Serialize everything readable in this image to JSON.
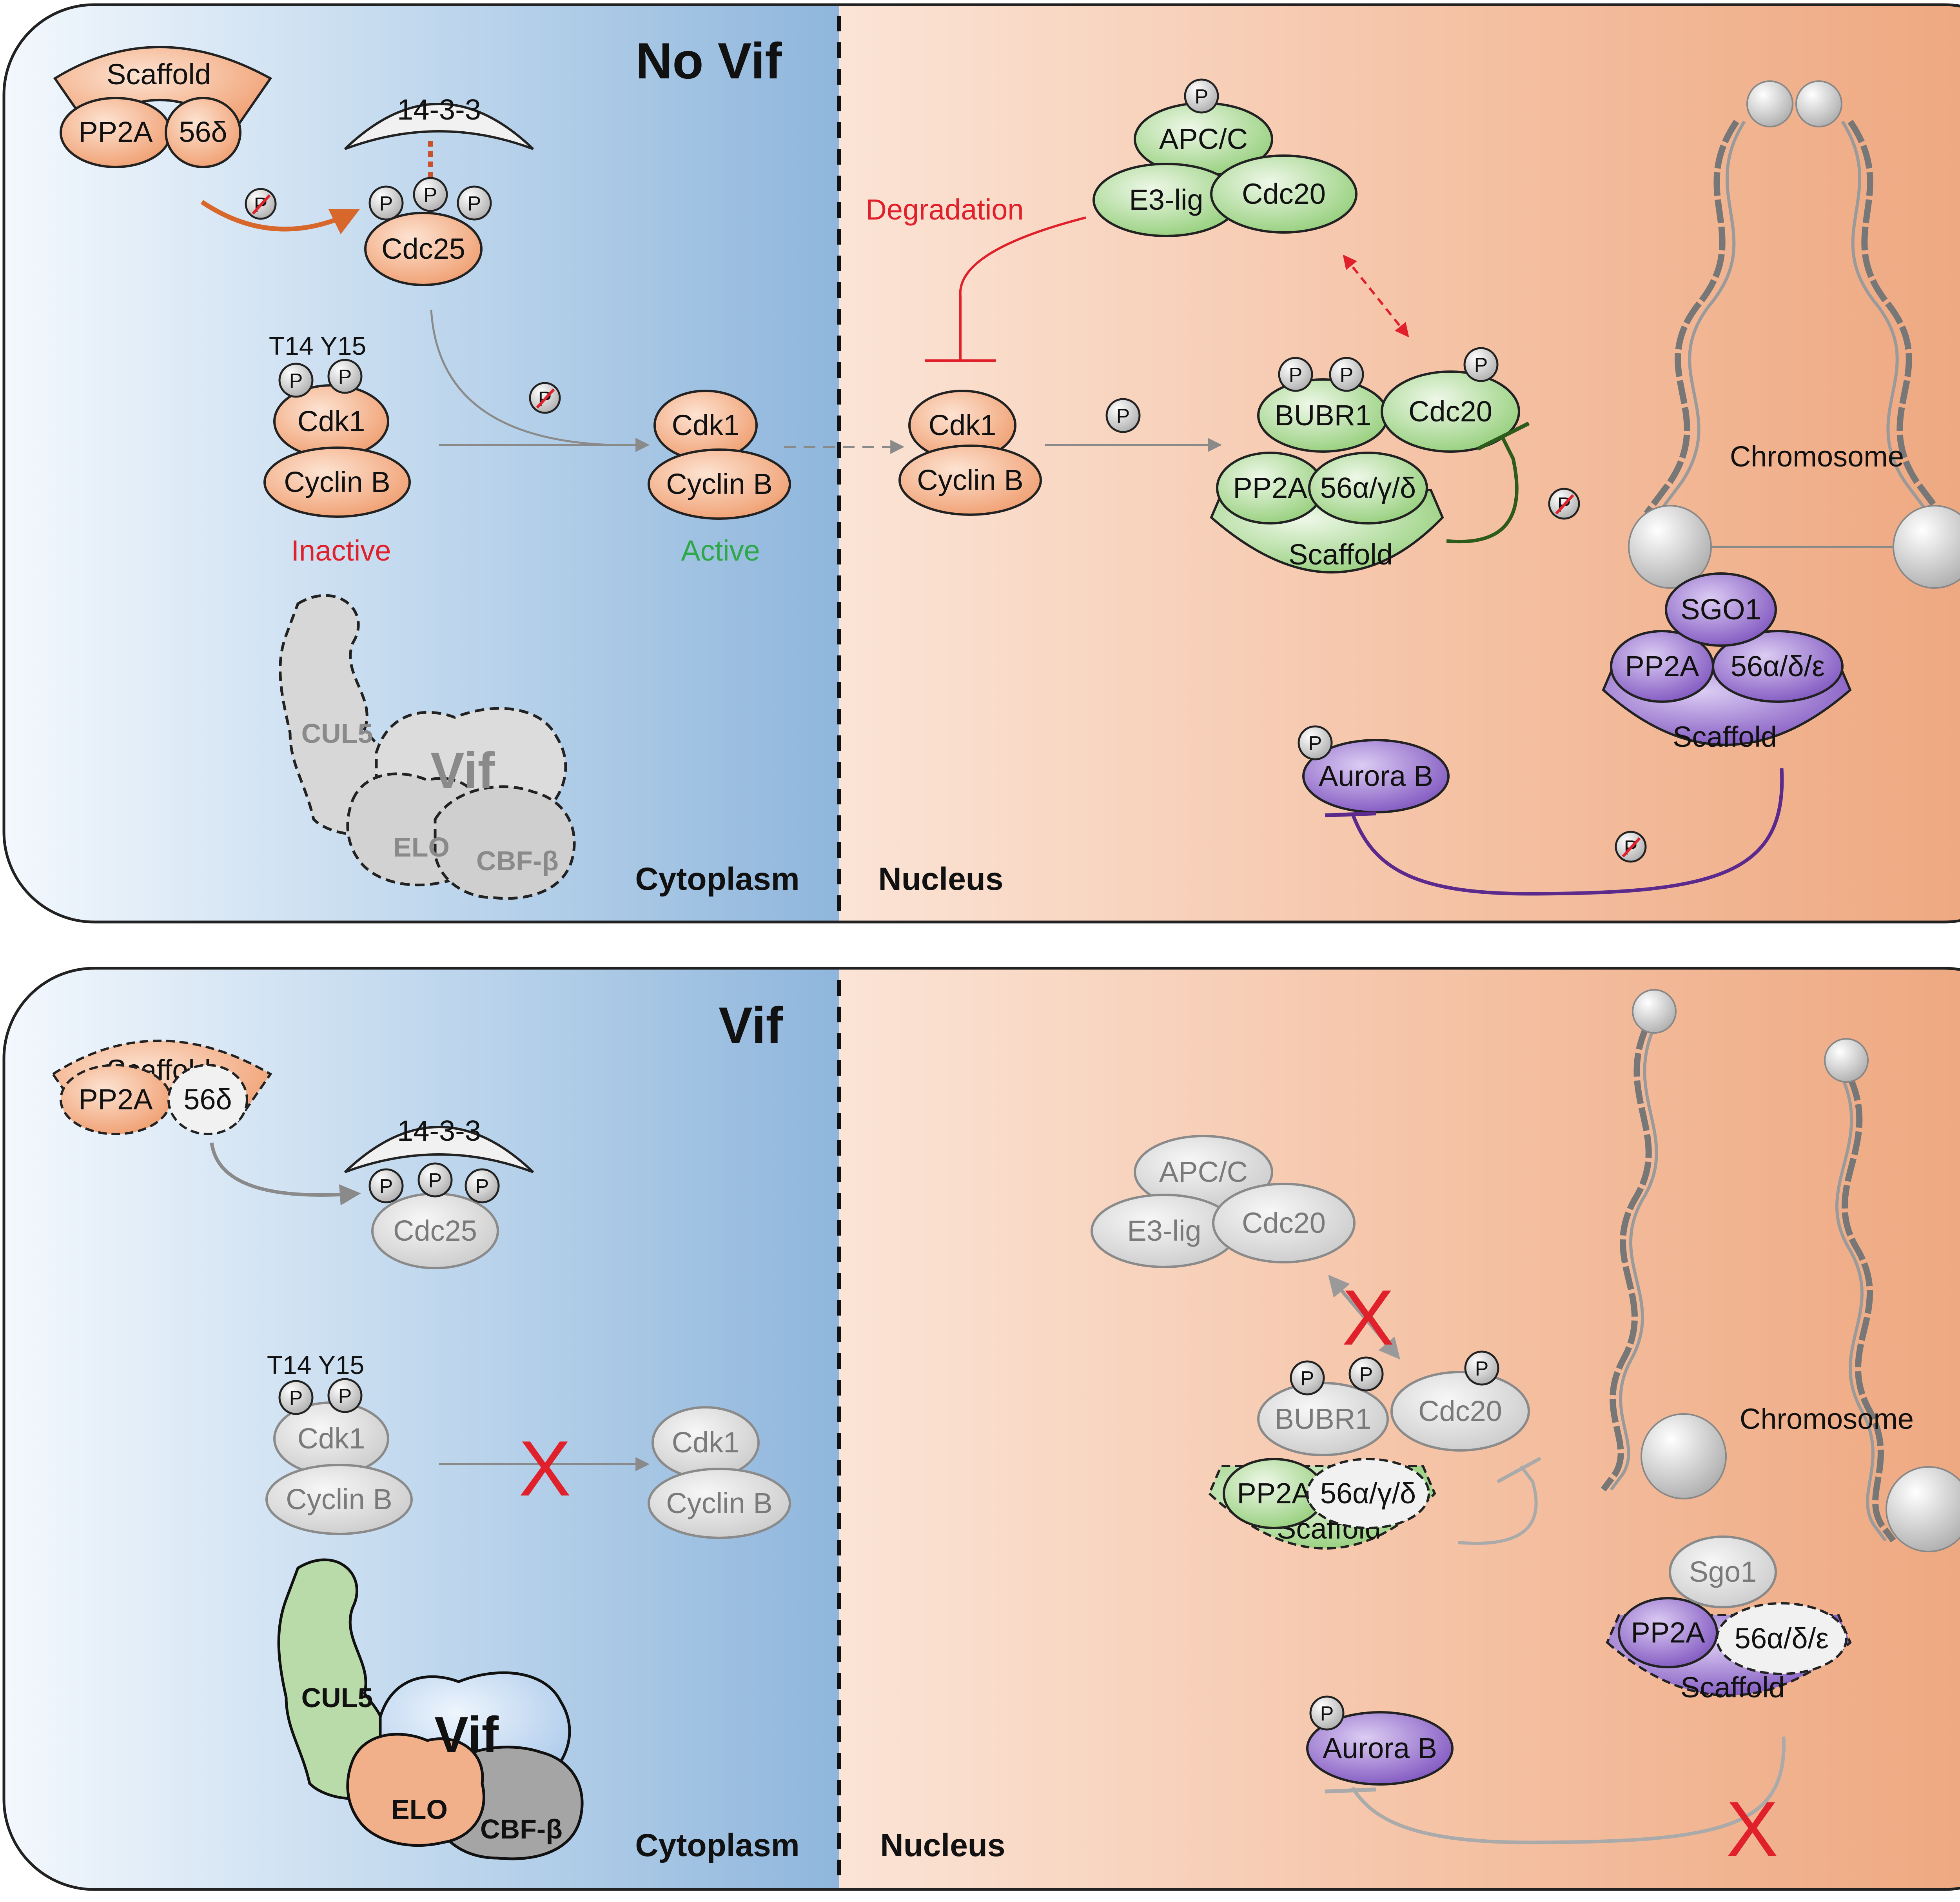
{
  "panels": {
    "top": {
      "title": "No Vif",
      "region_left": "Cytoplasm",
      "region_right": "Nucleus",
      "scaffold_complex": {
        "scaffold": "Scaffold",
        "pp2a": "PP2A",
        "subunit": "56δ"
      },
      "protein_1433": "14-3-3",
      "cdc25": "Cdc25",
      "cdk1_inactive": {
        "sites": "T14 Y15",
        "cdk1": "Cdk1",
        "cyclin": "Cyclin B",
        "state": "Inactive"
      },
      "cdk1_active": {
        "cdk1": "Cdk1",
        "cyclin": "Cyclin B",
        "state": "Active"
      },
      "cdk1_nuclear": {
        "cdk1": "Cdk1",
        "cyclin": "Cyclin B"
      },
      "degradation": "Degradation",
      "apcc": {
        "apcc": "APC/C",
        "e3": "E3-lig",
        "cdc20": "Cdc20"
      },
      "bubr1_complex": {
        "bubr1": "BUBR1",
        "cdc20": "Cdc20",
        "pp2a": "PP2A",
        "subunit": "56α/γ/δ",
        "scaffold": "Scaffold"
      },
      "chromosome": "Chromosome",
      "sgo_complex": {
        "sgo": "SGO1",
        "pp2a": "PP2A",
        "subunit": "56α/δ/ε",
        "scaffold": "Scaffold"
      },
      "aurora": "Aurora B",
      "e3_complex": {
        "cul5": "CUL5",
        "vif": "Vif",
        "elo": "ELO",
        "cbf": "CBF-β"
      }
    },
    "bottom": {
      "title": "Vif",
      "region_left": "Cytoplasm",
      "region_right": "Nucleus",
      "scaffold_complex": {
        "scaffold": "Scaffold",
        "pp2a": "PP2A",
        "subunit": "56δ"
      },
      "protein_1433": "14-3-3",
      "cdc25": "Cdc25",
      "cdk1_inactive": {
        "sites": "T14 Y15",
        "cdk1": "Cdk1",
        "cyclin": "Cyclin B"
      },
      "cdk1_active": {
        "cdk1": "Cdk1",
        "cyclin": "Cyclin B"
      },
      "apcc": {
        "apcc": "APC/C",
        "e3": "E3-lig",
        "cdc20": "Cdc20"
      },
      "bubr1_complex": {
        "bubr1": "BUBR1",
        "cdc20": "Cdc20",
        "pp2a": "PP2A",
        "subunit": "56α/γ/δ",
        "scaffold": "Scaffold"
      },
      "chromosome": "Chromosome",
      "sgo_complex": {
        "sgo": "Sgo1",
        "pp2a": "PP2A",
        "subunit": "56α/δ/ε",
        "scaffold": "Scaffold"
      },
      "aurora": "Aurora B",
      "e3_complex": {
        "cul5": "CUL5",
        "vif": "Vif",
        "elo": "ELO",
        "cbf": "CBF-β"
      }
    }
  },
  "phospho": "P",
  "block_mark": "X",
  "colors": {
    "orange": "#f2a67c",
    "green": "#a6d68e",
    "purple": "#8a63c4",
    "gray_protein": "#d4d4d4",
    "blue_cytoplasm": "#9fc2e2",
    "orange_nucleus": "#eeaa80",
    "red_arrow": "#e0202a",
    "dark_green_line": "#2d5b1d",
    "purple_line": "#5b2a8c"
  }
}
